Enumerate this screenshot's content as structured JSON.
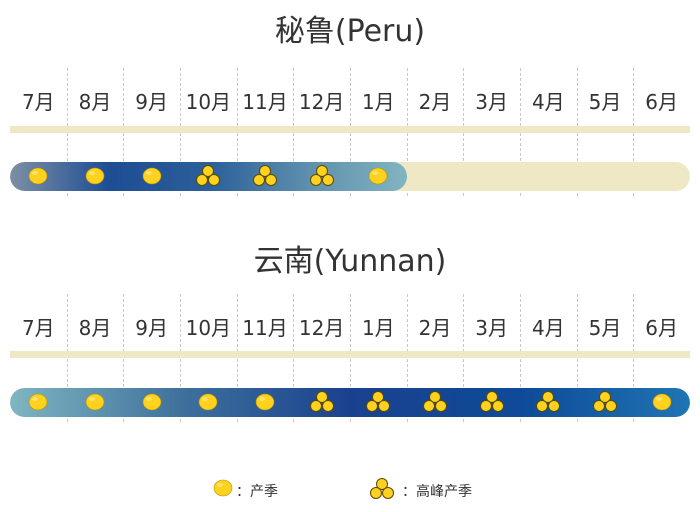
{
  "months": [
    "7月",
    "8月",
    "9月",
    "10月",
    "11月",
    "12月",
    "1月",
    "2月",
    "3月",
    "4月",
    "5月",
    "6月"
  ],
  "regions": [
    {
      "title": "秘鲁(Peru)",
      "season": [
        "season",
        "season",
        "season",
        "peak",
        "peak",
        "peak",
        "season",
        null,
        null,
        null,
        null,
        null
      ],
      "gradient": [
        "#7c8fa5",
        "#1e4d94",
        "#2b5f99",
        "#5e8fae",
        "#82b4c0"
      ]
    },
    {
      "title": "云南(Yunnan)",
      "season": [
        "season",
        "season",
        "season",
        "season",
        "season",
        "peak",
        "peak",
        "peak",
        "peak",
        "peak",
        "peak",
        "season"
      ],
      "gradient": [
        "#7fb6c2",
        "#3f719c",
        "#1a418f",
        "#0e4a98",
        "#1f75b4"
      ]
    }
  ],
  "legend": {
    "season_label": "：产季",
    "peak_label": "：高峰产季"
  },
  "colors": {
    "track": "#efe8c4",
    "fruit": "#ffd21f",
    "fruit_stroke": "#b89400"
  }
}
